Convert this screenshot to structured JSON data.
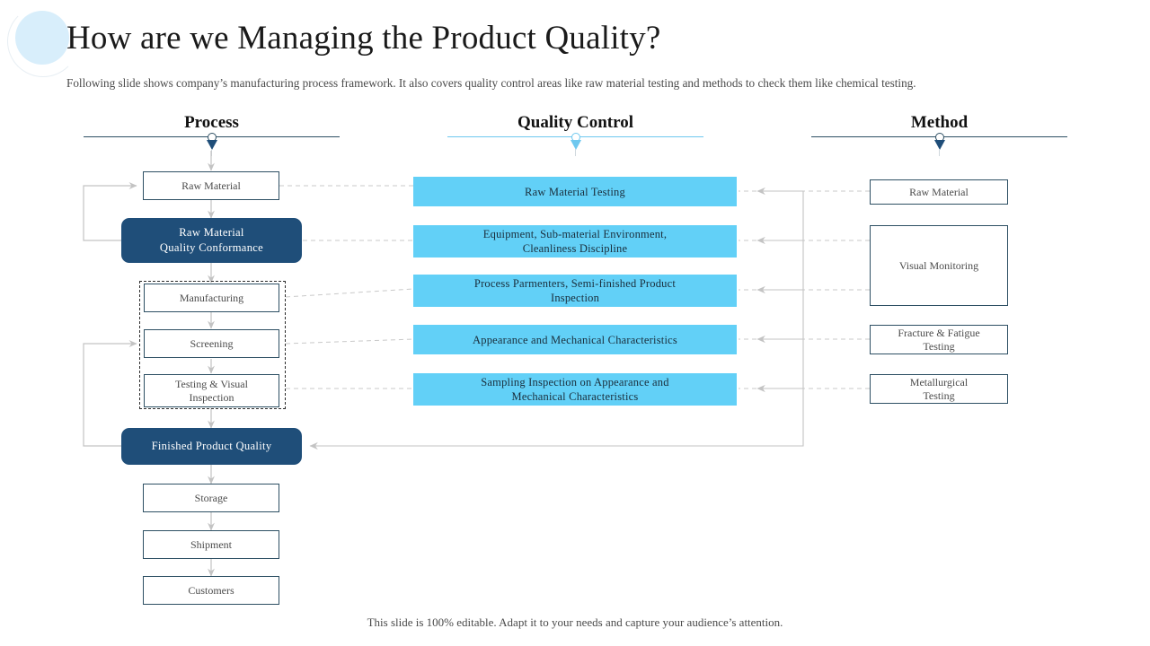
{
  "slide": {
    "title": "How are we Managing the Product Quality?",
    "subtitle": "Following slide shows company’s manufacturing process framework. It also covers quality control areas like raw material testing and methods to check them like chemical testing.",
    "footer": "This slide is 100% editable. Adapt it to your needs and capture your audience’s attention."
  },
  "colors": {
    "dark_blue": "#1f4e79",
    "cyan": "#62d0f7",
    "rule_dark": "#2d4f63",
    "rule_light": "#6ec8ef",
    "deco_circle": "#d8eefb",
    "connector_gray": "#c3c3c3"
  },
  "columns": [
    {
      "id": "process",
      "heading": "Process",
      "accent": "dark"
    },
    {
      "id": "quality_control",
      "heading": "Quality Control",
      "accent": "light"
    },
    {
      "id": "method",
      "heading": "Method",
      "accent": "dark"
    }
  ],
  "process": {
    "steps": [
      {
        "id": "raw-material",
        "label": "Raw Material",
        "style": "outline"
      },
      {
        "id": "raw-material-quality-conformance",
        "label": "Raw Material\nQuality Conformance",
        "style": "dark"
      },
      {
        "id": "manufacturing",
        "label": "Manufacturing",
        "style": "outline"
      },
      {
        "id": "screening",
        "label": "Screening",
        "style": "outline"
      },
      {
        "id": "testing-visual-inspection",
        "label": "Testing & Visual\nInspection",
        "style": "outline"
      },
      {
        "id": "finished-product-quality",
        "label": "Finished Product Quality",
        "style": "dark"
      },
      {
        "id": "storage",
        "label": "Storage",
        "style": "outline"
      },
      {
        "id": "shipment",
        "label": "Shipment",
        "style": "outline"
      },
      {
        "id": "customers",
        "label": "Customers",
        "style": "outline"
      }
    ]
  },
  "quality_control": {
    "items": [
      {
        "id": "qc-raw-material-testing",
        "label": "Raw Material  Testing"
      },
      {
        "id": "qc-equipment-sub-material",
        "label": "Equipment,  Sub-material  Environment,\nCleanliness  Discipline"
      },
      {
        "id": "qc-process-parmenters",
        "label": "Process  Parmenters,  Semi-finished  Product\nInspection"
      },
      {
        "id": "qc-appearance-mechanical",
        "label": "Appearance  and Mechanical  Characteristics"
      },
      {
        "id": "qc-sampling-inspection",
        "label": "Sampling  Inspection  on Appearance  and\nMechanical  Characteristics"
      }
    ]
  },
  "method": {
    "items": [
      {
        "id": "method-raw-material",
        "label": "Raw Material"
      },
      {
        "id": "method-visual-monitoring",
        "label": "Visual Monitoring"
      },
      {
        "id": "method-fracture-fatigue",
        "label": "Fracture & Fatigue\nTesting"
      },
      {
        "id": "method-metallurgical",
        "label": "Metallurgical\nTesting"
      }
    ]
  }
}
